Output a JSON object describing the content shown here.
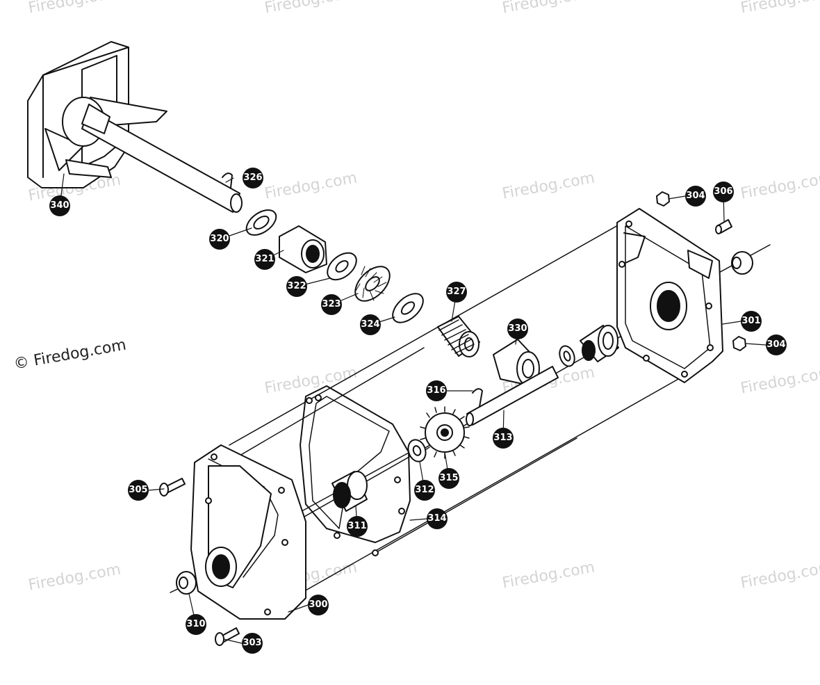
{
  "diagram": {
    "watermark_text": "Firedog.com",
    "copyright_text": "© Firedog.com",
    "colors": {
      "line": "#111111",
      "fill": "#ffffff",
      "watermark": "#d4d4d4",
      "callout_bg": "#111111",
      "callout_text": "#ffffff"
    },
    "parts": [
      {
        "id": "340"
      },
      {
        "id": "326"
      },
      {
        "id": "320"
      },
      {
        "id": "321"
      },
      {
        "id": "322"
      },
      {
        "id": "323"
      },
      {
        "id": "324"
      },
      {
        "id": "327"
      },
      {
        "id": "330"
      },
      {
        "id": "304a",
        "label": "304"
      },
      {
        "id": "306"
      },
      {
        "id": "301"
      },
      {
        "id": "304b",
        "label": "304"
      },
      {
        "id": "316"
      },
      {
        "id": "313"
      },
      {
        "id": "315"
      },
      {
        "id": "312"
      },
      {
        "id": "314"
      },
      {
        "id": "311"
      },
      {
        "id": "305"
      },
      {
        "id": "300"
      },
      {
        "id": "310"
      },
      {
        "id": "303"
      }
    ]
  }
}
